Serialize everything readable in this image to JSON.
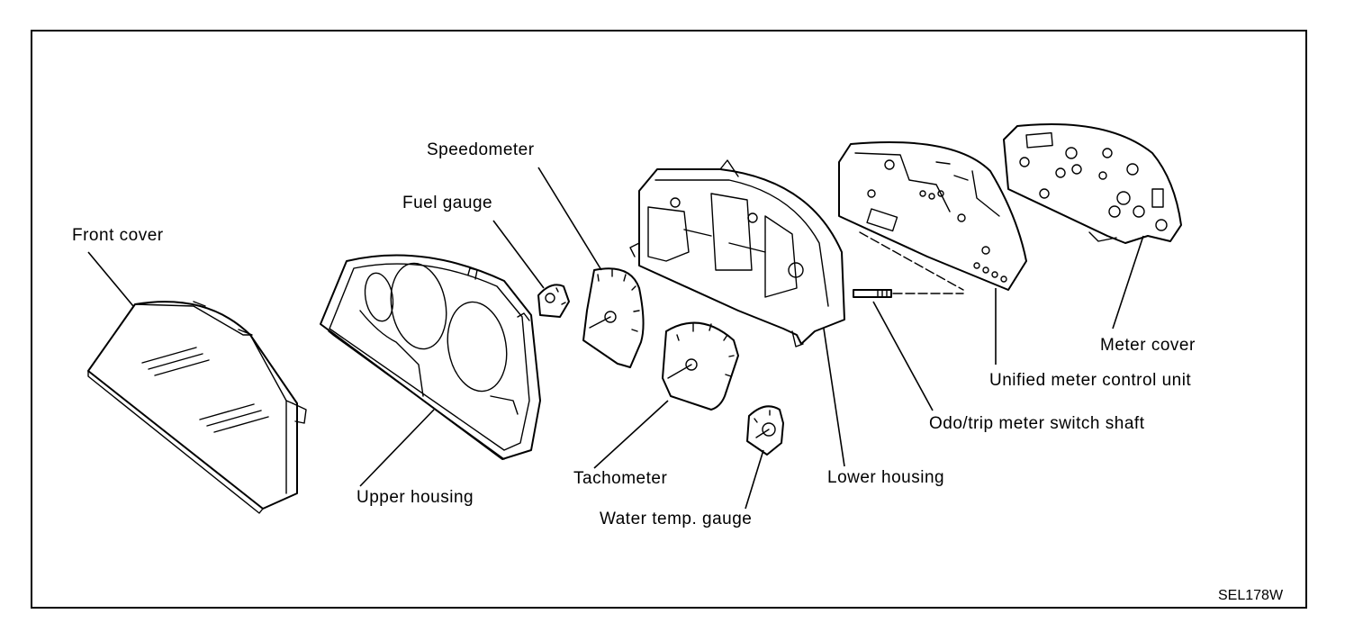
{
  "labels": {
    "front_cover": "Front cover",
    "upper_housing": "Upper housing",
    "fuel_gauge": "Fuel gauge",
    "speedometer": "Speedometer",
    "tachometer": "Tachometer",
    "water_temp_gauge": "Water temp. gauge",
    "lower_housing": "Lower housing",
    "odo_trip_switch_shaft": "Odo/trip meter switch shaft",
    "unified_meter_control_unit": "Unified meter control unit",
    "meter_cover": "Meter cover"
  },
  "figure_code": "SEL178W"
}
